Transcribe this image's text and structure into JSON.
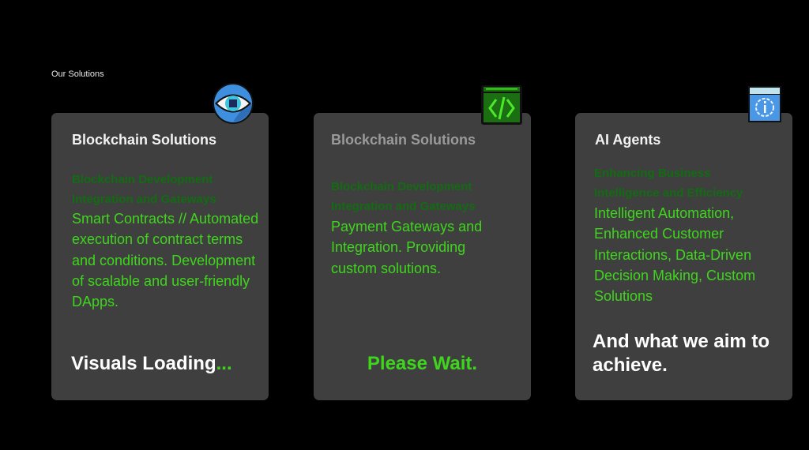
{
  "section_label": "Our Solutions",
  "cards": [
    {
      "title": "Blockchain Solutions",
      "icon": "eye-icon",
      "subtitle": [
        "Blockchain Development",
        "Integration and Gateways"
      ],
      "body": "Smart Contracts // Automated execution of contract terms and conditions. Development of scalable and user-friendly DApps.",
      "footer": "Visuals Loading",
      "footer_suffix": "..."
    },
    {
      "title": "Blockchain Solutions",
      "icon": "code-window-icon",
      "subtitle": [
        "Blockchain Development",
        "Integration and Gateways"
      ],
      "body": "Payment Gateways and Integration. Providing custom solutions.",
      "footer": "Please Wait."
    },
    {
      "title": "AI Agents",
      "icon": "info-book-icon",
      "subtitle": [
        "Enhancing Business",
        "Intelligence and Efficiency"
      ],
      "body": "Intelligent Automation, Enhanced Customer Interactions, Data-Driven Decision Making, Custom Solutions",
      "footer": "And what we aim to achieve."
    }
  ],
  "colors": {
    "card_bg": "#3f3f3f",
    "accent_green": "#3ed61c",
    "dim_green": "#136b13"
  }
}
